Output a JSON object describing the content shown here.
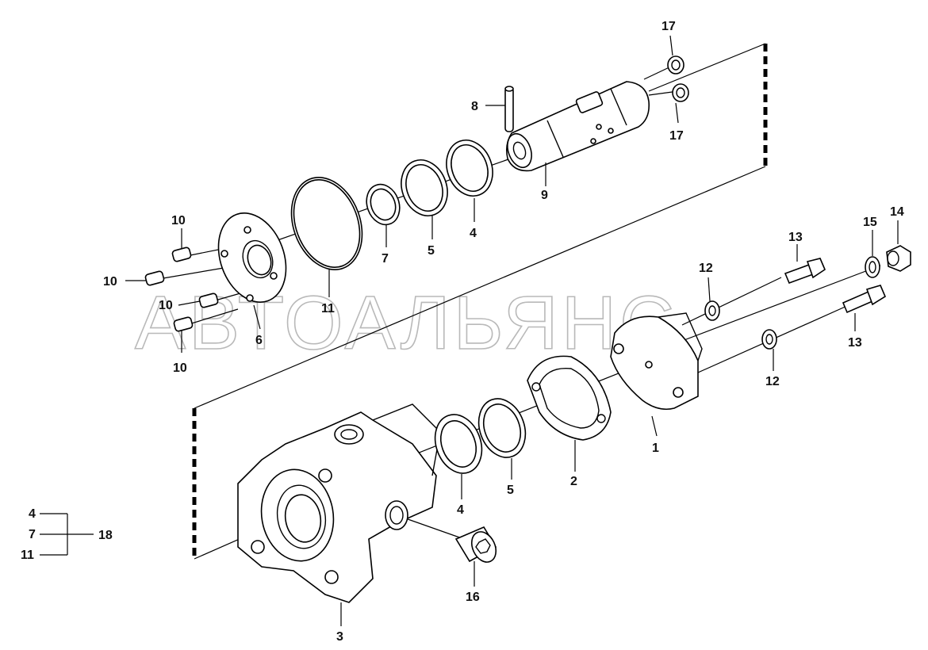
{
  "watermark": "АВТОАЛЬЯНС",
  "callouts": {
    "c1": "1",
    "c2": "2",
    "c3": "3",
    "c4a": "4",
    "c4b": "4",
    "c5a": "5",
    "c5b": "5",
    "c6": "6",
    "c7": "7",
    "c8": "8",
    "c9": "9",
    "c10a": "10",
    "c10b": "10",
    "c10c": "10",
    "c10d": "10",
    "c11": "11",
    "c12a": "12",
    "c12b": "12",
    "c13a": "13",
    "c13b": "13",
    "c14": "14",
    "c15": "15",
    "c16": "16",
    "c17a": "17",
    "c17b": "17"
  },
  "kit_legend": {
    "items": [
      "4",
      "7",
      "11"
    ],
    "kit": "18"
  }
}
